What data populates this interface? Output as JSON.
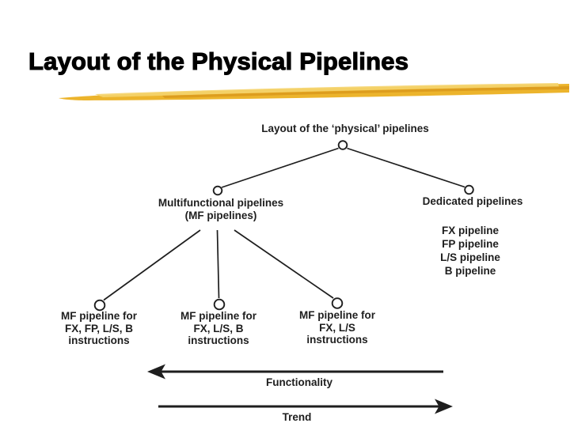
{
  "slide": {
    "title": "Layout of the Physical Pipelines"
  },
  "colors": {
    "title_ink": "#000000",
    "diagram_ink": "#1e1e1e",
    "swoosh_main": "#ECB42C",
    "swoosh_light": "#F5D46E",
    "swoosh_dark": "#D9971B"
  },
  "diagram": {
    "title": "Layout of the ‘physical’ pipelines",
    "multifunctional": {
      "line1": "Multifunctional pipelines",
      "line2": "(MF pipelines)"
    },
    "dedicated": {
      "label": "Dedicated pipelines",
      "items": [
        "FX pipeline",
        "FP pipeline",
        "L/S pipeline",
        "B pipeline"
      ]
    },
    "leaves": [
      {
        "lines": [
          "MF pipeline for",
          "FX, FP, L/S, B",
          "instructions"
        ]
      },
      {
        "lines": [
          "MF pipeline for",
          "FX, L/S, B",
          "instructions"
        ]
      },
      {
        "lines": [
          "MF pipeline for",
          "FX, L/S",
          "instructions"
        ]
      }
    ],
    "axes": {
      "functionality": "Functionality",
      "trend": "Trend"
    }
  }
}
